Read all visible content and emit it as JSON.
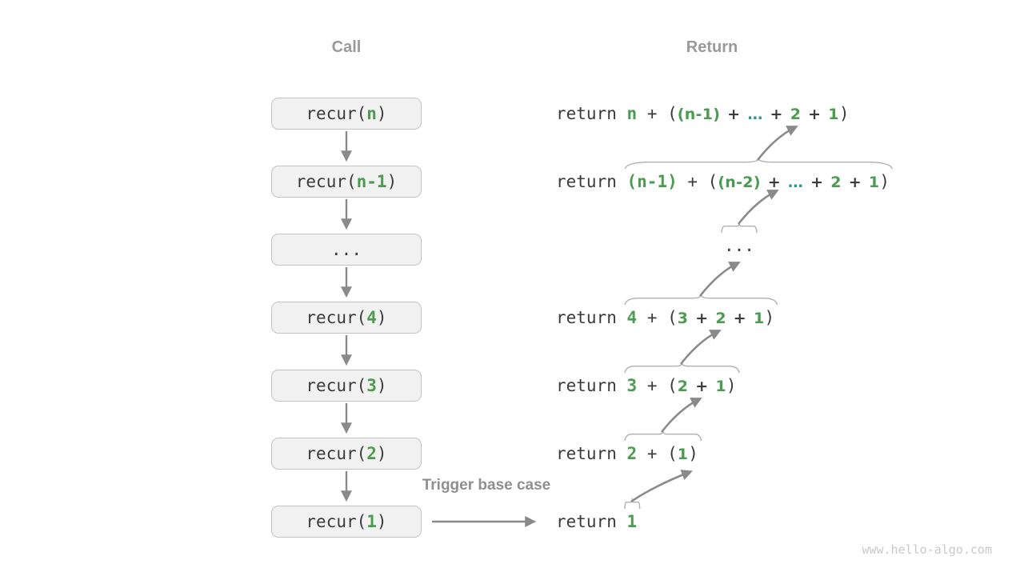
{
  "headers": {
    "call": "Call",
    "return": "Return"
  },
  "trigger_label": "Trigger base case",
  "watermark": "www.hello-algo.com",
  "colors": {
    "green": "#4b9b50",
    "teal": "#2b969b",
    "dark": "#3b3b3b",
    "box_bg": "#f1f1f1",
    "box_border": "#c3c3c3",
    "arrow": "#8a8a8a",
    "brace": "#b0b0b0",
    "header_gray": "#9a9a9a",
    "gray_label": "#8f8f8f",
    "watermark_gray": "#c9c9c9"
  },
  "call_stack": [
    {
      "segments": [
        {
          "t": "recur(",
          "f": "mono",
          "c": "dark"
        },
        {
          "t": "n",
          "f": "mono-bold",
          "c": "green"
        },
        {
          "t": ")",
          "f": "mono",
          "c": "dark"
        }
      ]
    },
    {
      "segments": [
        {
          "t": "recur(",
          "f": "mono",
          "c": "dark"
        },
        {
          "t": "n-1",
          "f": "mono-bold",
          "c": "green"
        },
        {
          "t": ")",
          "f": "mono",
          "c": "dark"
        }
      ]
    },
    {
      "segments": [
        {
          "t": "...",
          "f": "mono",
          "c": "dark"
        }
      ]
    },
    {
      "segments": [
        {
          "t": "recur(",
          "f": "mono",
          "c": "dark"
        },
        {
          "t": "4",
          "f": "mono-bold",
          "c": "green"
        },
        {
          "t": ")",
          "f": "mono",
          "c": "dark"
        }
      ]
    },
    {
      "segments": [
        {
          "t": "recur(",
          "f": "mono",
          "c": "dark"
        },
        {
          "t": "3",
          "f": "mono-bold",
          "c": "green"
        },
        {
          "t": ")",
          "f": "mono",
          "c": "dark"
        }
      ]
    },
    {
      "segments": [
        {
          "t": "recur(",
          "f": "mono",
          "c": "dark"
        },
        {
          "t": "2",
          "f": "mono-bold",
          "c": "green"
        },
        {
          "t": ")",
          "f": "mono",
          "c": "dark"
        }
      ]
    },
    {
      "segments": [
        {
          "t": "recur(",
          "f": "mono",
          "c": "dark"
        },
        {
          "t": "1",
          "f": "mono-bold",
          "c": "green"
        },
        {
          "t": ")",
          "f": "mono",
          "c": "dark"
        }
      ]
    }
  ],
  "returns": [
    {
      "prefix": [
        {
          "t": "return ",
          "f": "mono",
          "c": "dark"
        }
      ],
      "expr": [
        {
          "t": "n",
          "f": "mono-bold",
          "c": "green"
        },
        {
          "t": " + (",
          "f": "mono",
          "c": "dark"
        },
        {
          "t": "(n-1)",
          "f": "sans",
          "c": "green"
        },
        {
          "t": " + ",
          "f": "sans",
          "c": "dark"
        },
        {
          "t": "…",
          "f": "sans",
          "c": "teal"
        },
        {
          "t": " + ",
          "f": "sans",
          "c": "dark"
        },
        {
          "t": "2",
          "f": "sans",
          "c": "green"
        },
        {
          "t": " + ",
          "f": "sans",
          "c": "dark"
        },
        {
          "t": "1",
          "f": "sans",
          "c": "green"
        },
        {
          "t": ")",
          "f": "mono",
          "c": "dark"
        }
      ]
    },
    {
      "prefix": [
        {
          "t": "return ",
          "f": "mono",
          "c": "dark"
        }
      ],
      "expr": [
        {
          "t": "(n-1)",
          "f": "mono-bold",
          "c": "green"
        },
        {
          "t": " + (",
          "f": "mono",
          "c": "dark"
        },
        {
          "t": "(n-2)",
          "f": "sans",
          "c": "green"
        },
        {
          "t": " + ",
          "f": "sans",
          "c": "dark"
        },
        {
          "t": "…",
          "f": "sans",
          "c": "teal"
        },
        {
          "t": " + ",
          "f": "sans",
          "c": "dark"
        },
        {
          "t": "2",
          "f": "sans",
          "c": "green"
        },
        {
          "t": " + ",
          "f": "sans",
          "c": "dark"
        },
        {
          "t": "1",
          "f": "sans",
          "c": "green"
        },
        {
          "t": ")",
          "f": "mono",
          "c": "dark"
        }
      ]
    },
    {
      "prefix": [],
      "expr": [
        {
          "t": "...",
          "f": "mono",
          "c": "dark"
        }
      ]
    },
    {
      "prefix": [
        {
          "t": "return ",
          "f": "mono",
          "c": "dark"
        }
      ],
      "expr": [
        {
          "t": "4",
          "f": "mono-bold",
          "c": "green"
        },
        {
          "t": " + (",
          "f": "mono",
          "c": "dark"
        },
        {
          "t": "3",
          "f": "sans",
          "c": "green"
        },
        {
          "t": " + ",
          "f": "sans",
          "c": "dark"
        },
        {
          "t": "2",
          "f": "sans",
          "c": "green"
        },
        {
          "t": " + ",
          "f": "sans",
          "c": "dark"
        },
        {
          "t": "1",
          "f": "sans",
          "c": "green"
        },
        {
          "t": ")",
          "f": "mono",
          "c": "dark"
        }
      ]
    },
    {
      "prefix": [
        {
          "t": "return ",
          "f": "mono",
          "c": "dark"
        }
      ],
      "expr": [
        {
          "t": "3",
          "f": "mono-bold",
          "c": "green"
        },
        {
          "t": " + (",
          "f": "mono",
          "c": "dark"
        },
        {
          "t": "2",
          "f": "sans",
          "c": "green"
        },
        {
          "t": " + ",
          "f": "sans",
          "c": "dark"
        },
        {
          "t": "1",
          "f": "sans",
          "c": "green"
        },
        {
          "t": ")",
          "f": "mono",
          "c": "dark"
        }
      ]
    },
    {
      "prefix": [
        {
          "t": "return ",
          "f": "mono",
          "c": "dark"
        }
      ],
      "expr": [
        {
          "t": "2",
          "f": "mono-bold",
          "c": "green"
        },
        {
          "t": " + (",
          "f": "mono",
          "c": "dark"
        },
        {
          "t": "1",
          "f": "sans",
          "c": "green"
        },
        {
          "t": ")",
          "f": "mono",
          "c": "dark"
        }
      ]
    },
    {
      "prefix": [
        {
          "t": "return ",
          "f": "mono",
          "c": "dark"
        }
      ],
      "expr": [
        {
          "t": "1",
          "f": "mono-bold",
          "c": "green"
        }
      ]
    }
  ]
}
